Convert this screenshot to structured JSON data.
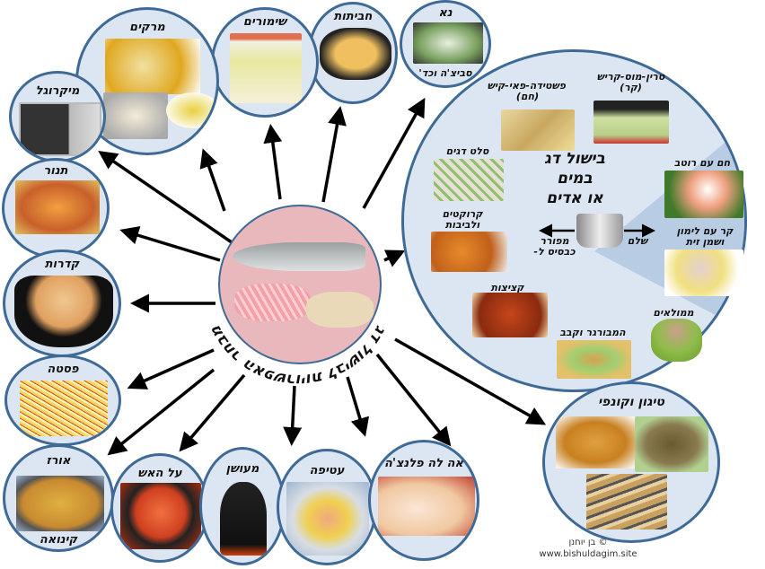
{
  "title": "מבחר האפשרויות לבישול דג",
  "methods": {
    "raw": {
      "label": "נא",
      "sub": "סביצ'ה וכד'"
    },
    "omelets": {
      "label": "חביתות"
    },
    "preserves": {
      "label": "שימורים"
    },
    "soups": {
      "label": "מרקים"
    },
    "microwave": {
      "label": "מיקרוגל"
    },
    "oven": {
      "label": "תנור"
    },
    "pots": {
      "label": "קדרות"
    },
    "pasta": {
      "label": "פסטה"
    },
    "rice": {
      "label": "אורז",
      "sub": "קינואה"
    },
    "grill": {
      "label": "על האש"
    },
    "smoked": {
      "label": "מעושן"
    },
    "wrap": {
      "label": "עטיפה"
    },
    "plancha": {
      "label": "אה לה פלנצ'ה"
    },
    "frying": {
      "label": "טיגון וקונפי"
    }
  },
  "boiling": {
    "title_lines": [
      "בישול דג",
      "במים",
      "או אדים"
    ],
    "whole_label": "שלם",
    "crumbled_label": "מפורר כבסיס ל-",
    "items": {
      "terrine": "טרין-מוס-קריש (קר)",
      "quiche": "פשטידה-פאי-קיש (חם)",
      "salad": "סלט דגים",
      "croquettes": "קרוקטים ולביבות",
      "balls": "קציצות",
      "burger": "המבורגר וקבב",
      "stuffed": "ממולאים",
      "hot_sauce": "חם עם רוטב",
      "cold_lemon": "קר עם לימון ושמן זית"
    }
  },
  "credit": {
    "author": "© בן יוחנן",
    "site": "www.bishuldagim.site"
  },
  "colors": {
    "circle_fill": "#dce6f2",
    "circle_border": "#3f6a96",
    "center_fill": "#e8b8bc",
    "wedge": "#b8cce4"
  }
}
